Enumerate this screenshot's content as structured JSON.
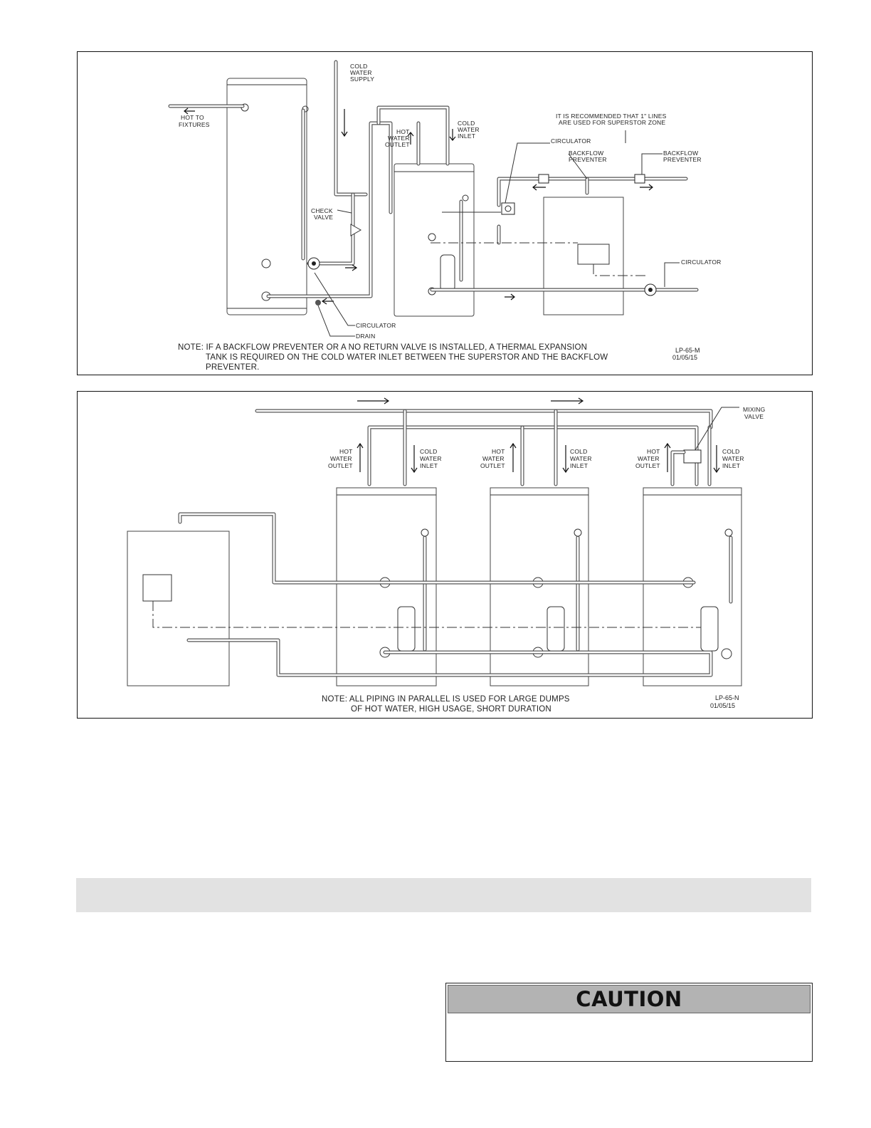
{
  "figure1": {
    "labels": {
      "cold_water_supply": [
        "COLD",
        "WATER",
        "SUPPLY"
      ],
      "hot_to_fixtures": [
        "HOT TO",
        "FIXTURES"
      ],
      "hot_water_outlet": [
        "HOT",
        "WATER",
        "OUTLET"
      ],
      "cold_water_inlet": [
        "COLD",
        "WATER",
        "INLET"
      ],
      "recommendation": [
        "IT IS RECOMMENDED THAT 1\" LINES",
        "ARE USED FOR SUPERSTOR ZONE"
      ],
      "circulator_top": "CIRCULATOR",
      "backflow_left": [
        "BACKFLOW",
        "PREVENTER"
      ],
      "backflow_right": [
        "BACKFLOW",
        "PREVENTER"
      ],
      "check_valve": [
        "CHECK",
        "VALVE"
      ],
      "circulator_right": "CIRCULATOR",
      "circulator_bottom": "CIRCULATOR",
      "drain": "DRAIN"
    },
    "note_lines": [
      "NOTE:  IF A BACKFLOW PREVENTER OR A NO RETURN VALVE IS INSTALLED, A THERMAL EXPANSION",
      "TANK IS REQUIRED ON THE COLD WATER INLET BETWEEN THE SUPERSTOR AND THE BACKFLOW",
      "PREVENTER."
    ],
    "code": [
      "LP-65-M",
      "01/05/15"
    ]
  },
  "figure2": {
    "labels": {
      "mixing_valve": [
        "MIXING",
        "VALVE"
      ],
      "hot_water_outlet": [
        "HOT",
        "WATER",
        "OUTLET"
      ],
      "cold_water_inlet": [
        "COLD",
        "WATER",
        "INLET"
      ]
    },
    "note_lines": [
      "NOTE: ALL PIPING IN PARALLEL IS USED FOR LARGE DUMPS",
      "OF HOT WATER, HIGH USAGE, SHORT DURATION"
    ],
    "code": [
      "LP-65-N",
      "01/05/15"
    ]
  },
  "caution": {
    "title": "CAUTION"
  }
}
